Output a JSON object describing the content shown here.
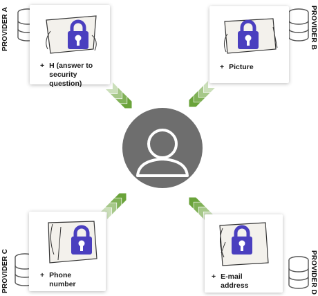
{
  "providers": [
    {
      "id": "a",
      "label": "PROVIDER A",
      "item": "H (answer to\nsecurity question)"
    },
    {
      "id": "b",
      "label": "PROVIDER B",
      "item": "Picture"
    },
    {
      "id": "c",
      "label": "PROVIDER C",
      "item": "Phone\nnumber"
    },
    {
      "id": "d",
      "label": "PROVIDER D",
      "item": "E-mail\naddress"
    }
  ],
  "plus_symbol": "+",
  "icons": {
    "user": "user-avatar-icon",
    "lock": "padlock-icon",
    "database": "database-icon",
    "arrow": "chevron-arrow-icon"
  },
  "colors": {
    "user_circle": "#6e6e6e",
    "lock": "#4a3fbf",
    "arrow": "#6aa33a",
    "database_stroke": "#555555"
  }
}
